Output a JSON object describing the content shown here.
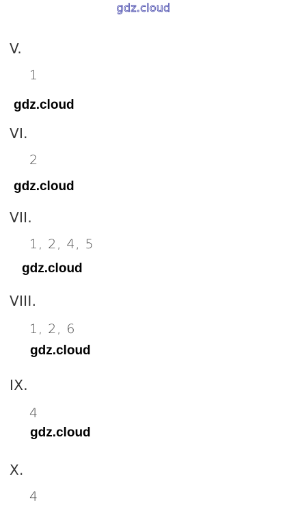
{
  "watermark_top": "gdz.cloud",
  "sections": [
    {
      "numeral": "V.",
      "answer": "1",
      "watermark": "gdz.cloud"
    },
    {
      "numeral": "VI.",
      "answer": "2",
      "watermark": "gdz.cloud"
    },
    {
      "numeral": "VII.",
      "answer": "1, 2, 4, 5",
      "watermark": "gdz.cloud"
    },
    {
      "numeral": "VIII.",
      "answer": "1, 2, 6",
      "watermark": "gdz.cloud"
    },
    {
      "numeral": "IX.",
      "answer": "4",
      "watermark": "gdz.cloud"
    },
    {
      "numeral": "X.",
      "answer": "4"
    }
  ]
}
